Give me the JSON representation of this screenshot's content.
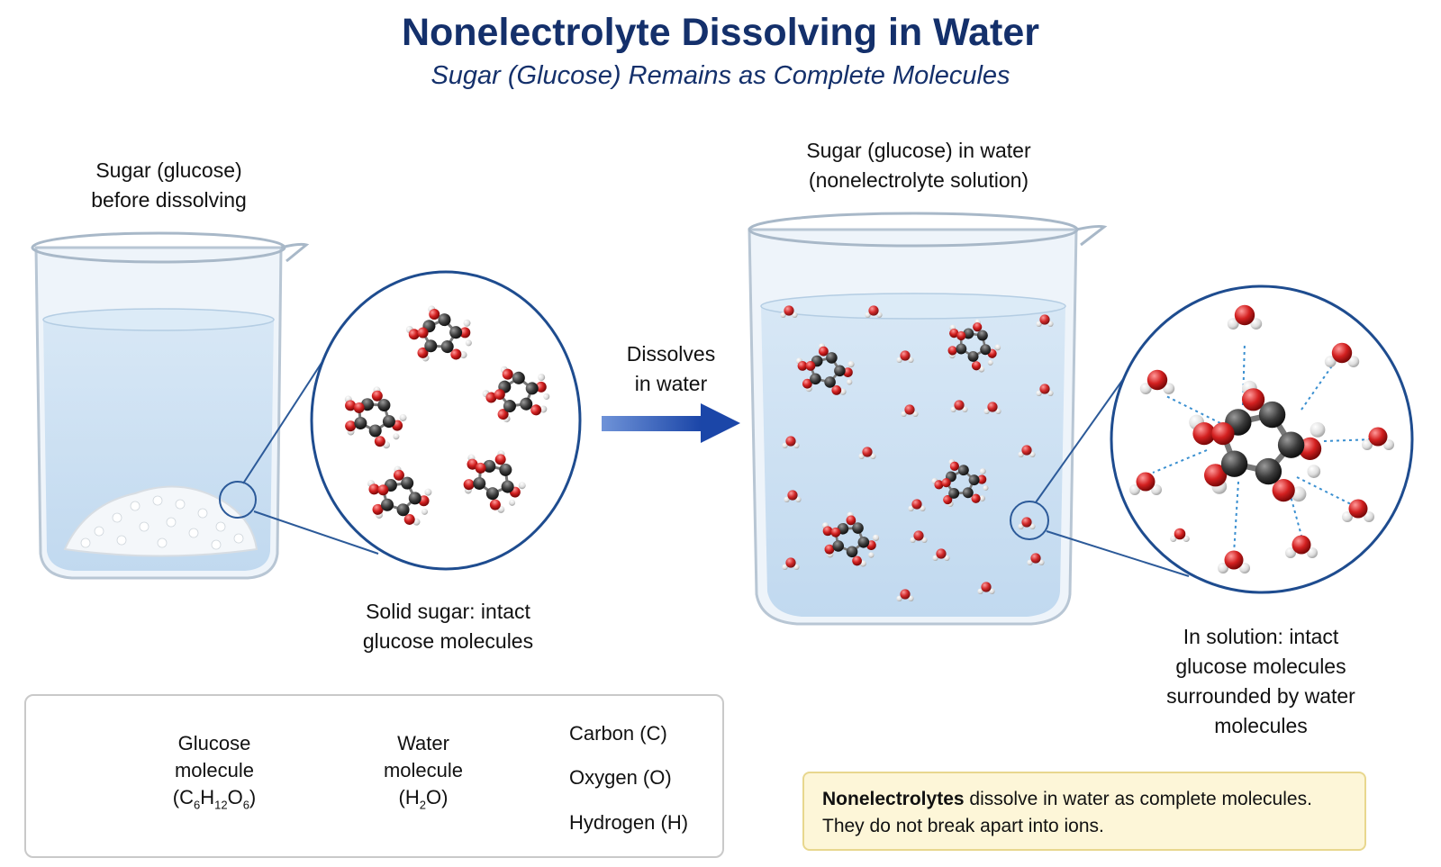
{
  "title": "Nonelectrolyte Dissolving in Water",
  "subtitle": "Sugar (Glucose) Remains as Complete Molecules",
  "left_beaker": {
    "label_line1": "Sugar (glucose)",
    "label_line2": "before dissolving",
    "zoom_caption_line1": "Solid sugar: intact",
    "zoom_caption_line2": "glucose molecules"
  },
  "arrow": {
    "line1": "Dissolves",
    "line2": "in water"
  },
  "right_beaker": {
    "label_line1": "Sugar (glucose) in water",
    "label_line2": "(nonelectrolyte solution)",
    "zoom_caption_line1": "In solution: intact",
    "zoom_caption_line2": "glucose molecules",
    "zoom_caption_line3": "surrounded by water",
    "zoom_caption_line4": "molecules"
  },
  "legend": {
    "glucose_line1": "Glucose",
    "glucose_line2": "molecule",
    "glucose_formula": {
      "prefix": "(C",
      "c_sub": "6",
      "h": "H",
      "h_sub": "12",
      "o": "O",
      "o_sub": "6",
      "suffix": ")"
    },
    "water_line1": "Water",
    "water_line2": "molecule",
    "water_formula": {
      "prefix": "(H",
      "h_sub": "2",
      "suffix": "O)"
    },
    "carbon": "Carbon (C)",
    "oxygen": "Oxygen (O)",
    "hydrogen": "Hydrogen (H)"
  },
  "note": {
    "bold": "Nonelectrolytes",
    "rest_line1": " dissolve in water as complete molecules.",
    "line2": "They do not break apart into ions."
  },
  "colors": {
    "title": "#14306b",
    "arrow": "#1b46a8",
    "carbon": "#3a3a3a",
    "oxygen": "#d32020",
    "hydrogen": "#e8e8e8",
    "water": "#cfe2f3",
    "note_bg": "#fdf6d8"
  }
}
